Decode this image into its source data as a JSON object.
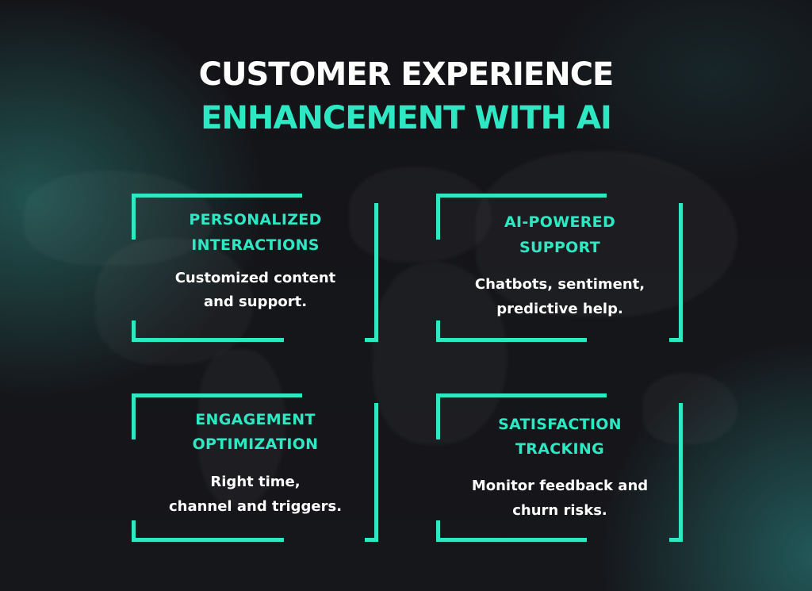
{
  "title": {
    "line1": "CUSTOMER EXPERIENCE",
    "line2": "ENHANCEMENT WITH AI"
  },
  "colors": {
    "accent": "#2ee8c4",
    "background": "#141418",
    "glow": "#246464",
    "text": "#ffffff"
  },
  "cards": [
    {
      "heading_line1": "PERSONALIZED",
      "heading_line2": "INTERACTIONS",
      "body_line1": "Customized content",
      "body_line2": "and support."
    },
    {
      "heading_line1": "AI-POWERED",
      "heading_line2": "SUPPORT",
      "body_line1": "Chatbots, sentiment,",
      "body_line2": "predictive help."
    },
    {
      "heading_line1": "ENGAGEMENT",
      "heading_line2": "OPTIMIZATION",
      "body_line1": "Right time,",
      "body_line2": "channel and triggers."
    },
    {
      "heading_line1": "SATISFACTION",
      "heading_line2": "TRACKING",
      "body_line1": "Monitor feedback and",
      "body_line2": "churn risks."
    }
  ]
}
